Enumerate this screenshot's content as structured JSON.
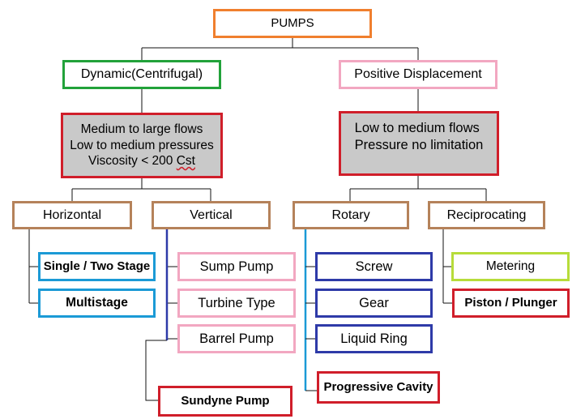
{
  "diagram": {
    "root": "PUMPS",
    "dynamic": {
      "title": "Dynamic(Centrifugal)",
      "details": [
        "Medium to large flows",
        "Low to medium pressures",
        "Viscosity < 200 "
      ],
      "details_unit": "Cst",
      "horizontal": {
        "title": "Horizontal",
        "items": [
          "Single / Two Stage",
          "Multistage"
        ]
      },
      "vertical": {
        "title": "Vertical",
        "items": [
          "Sump Pump",
          "Turbine Type",
          "Barrel Pump"
        ],
        "sub_item": "Sundyne Pump"
      }
    },
    "positive_displacement": {
      "title": "Positive Displacement",
      "details": [
        "Low to medium flows",
        "Pressure no limitation"
      ],
      "rotary": {
        "title": "Rotary",
        "items": [
          "Screw",
          "Gear",
          "Liquid Ring"
        ],
        "sub_item": "Progressive Cavity"
      },
      "reciprocating": {
        "title": "Reciprocating",
        "items": [
          "Metering",
          "Piston / Plunger"
        ]
      }
    }
  },
  "colors": {
    "orange": "#f07f2e",
    "green": "#22a23a",
    "pink": "#f2a7c1",
    "red": "#d01e2a",
    "gray_fill": "#c9c9c9",
    "brown": "#b5825a",
    "cyan": "#1b9ad6",
    "navy": "#2e3aa8",
    "lime": "#b7dc3a"
  }
}
